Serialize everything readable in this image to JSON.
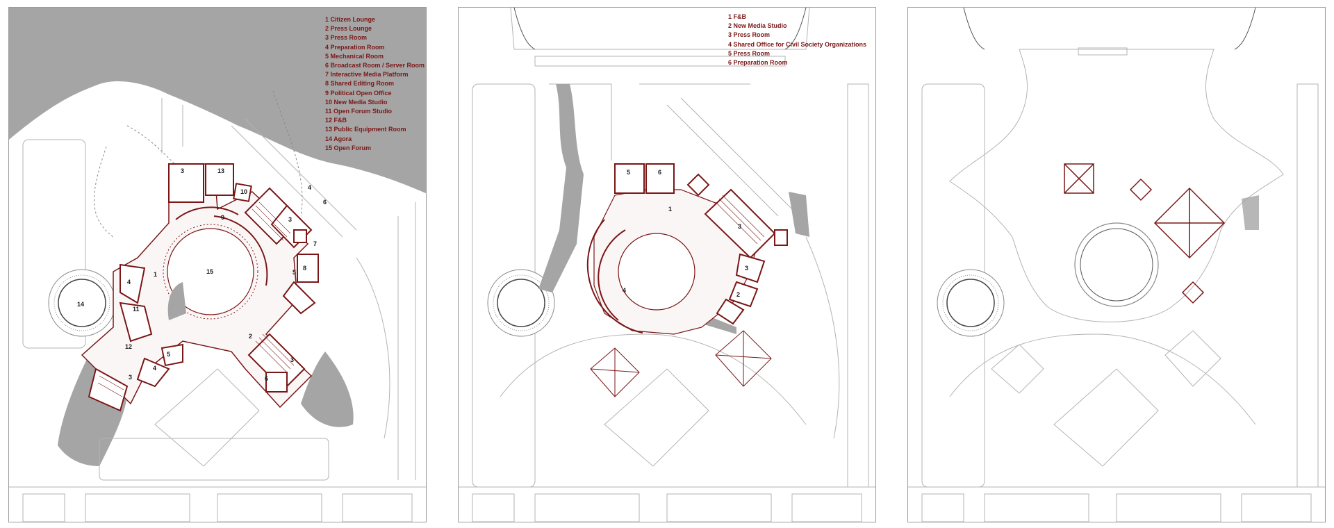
{
  "panels": [
    {
      "legend": [
        "1 Citizen Lounge",
        "2 Press Lounge",
        "3 Press Room",
        "4 Preparation Room",
        "5 Mechanical Room",
        "6 Broadcast Room / Server Room",
        "7 Interactive Media Platform",
        "8 Shared Editing Room",
        "9 Political Open Office",
        "10 New Media Studio",
        "11 Open Forum Studio",
        "12 F&B",
        "13 Public Equipment Room",
        "14 Agora",
        "15 Open Forum"
      ],
      "labels": [
        "3",
        "13",
        "10",
        "4",
        "6",
        "3",
        "7",
        "8",
        "5",
        "9",
        "15",
        "1",
        "4",
        "11",
        "14",
        "12",
        "2",
        "5",
        "4",
        "3",
        "3",
        "6"
      ]
    },
    {
      "legend": [
        "1 F&B",
        "2 New Media Studio",
        "3 Press Room",
        "4 Shared Office for Civil Society Organizations",
        "5 Press Room",
        "6 Preparation Room"
      ],
      "labels": [
        "5",
        "6",
        "1",
        "3",
        "4",
        "3",
        "2"
      ]
    },
    {
      "legend": [],
      "labels": []
    }
  ],
  "colors": {
    "accent": "#7a1616",
    "site_gray": "#a6a5a5",
    "line": "#b3b3b3"
  }
}
